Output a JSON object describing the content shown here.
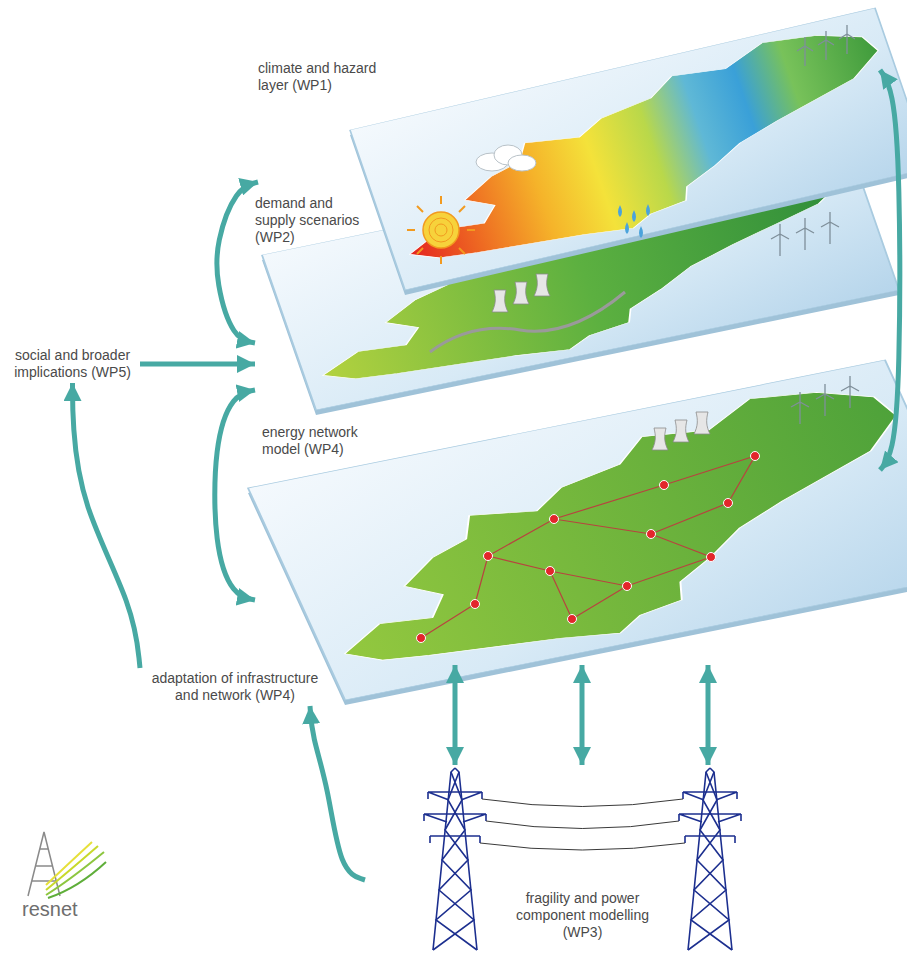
{
  "diagram": {
    "nodes": [
      {
        "text": [
          "climate and hazard layer (WP1)"
        ]
      },
      {
        "text": [
          "demand and supply scenarios (WP2)"
        ]
      },
      {
        "text": [
          "energy network model (WP4)"
        ]
      },
      {
        "text": [
          "social and broader implications (WP5)"
        ]
      },
      {
        "text": [
          "adaptation of infrastructure and network (WP4)"
        ]
      },
      {
        "text": [
          "fragility and power component modelling (WP3)"
        ]
      }
    ],
    "edges": [
      {
        "from": 0,
        "to": 1,
        "arrow": "both"
      },
      {
        "from": 1,
        "to": 2,
        "arrow": "both"
      },
      {
        "from": 0,
        "to": 2,
        "arrow": "both"
      },
      {
        "from": 3,
        "to": 1,
        "arrow": "to"
      },
      {
        "from": 4,
        "to": 3,
        "arrow": "to"
      },
      {
        "from": 5,
        "to": 4,
        "arrow": "to"
      },
      {
        "from": 2,
        "to": 5,
        "arrow": "both"
      },
      {
        "from": 2,
        "to": 5,
        "arrow": "both"
      },
      {
        "from": 2,
        "to": 5,
        "arrow": "both"
      }
    ],
    "labels": [
      "resnet"
    ]
  }
}
